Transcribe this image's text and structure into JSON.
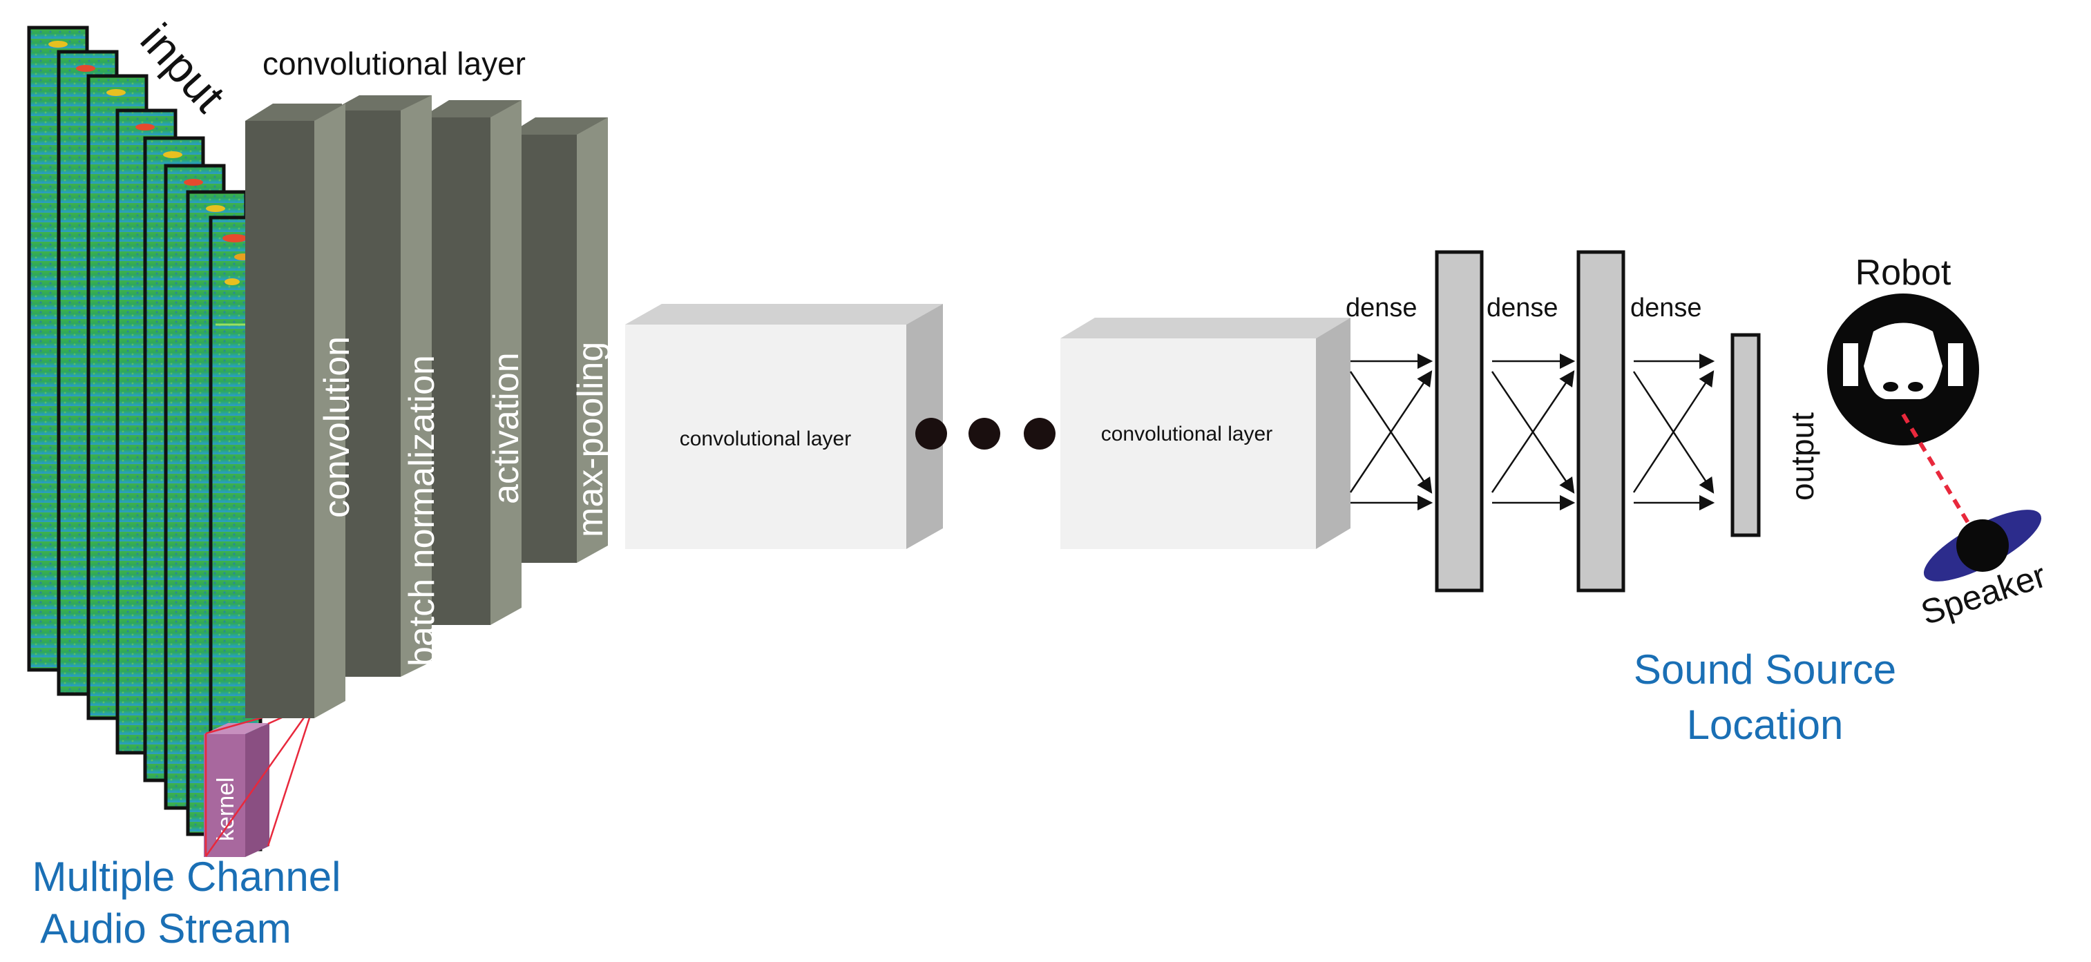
{
  "labels": {
    "input": "input",
    "conv_layer_top": "convolutional layer",
    "convolution": "convolution",
    "batch_normalization": "batch normalization",
    "activation": "activation",
    "max_pooling": "max-pooling",
    "conv_layer_2": "convolutional layer",
    "conv_layer_3": "convolutional layer",
    "dense_1": "dense",
    "dense_2": "dense",
    "dense_3": "dense",
    "output": "output",
    "robot": "Robot",
    "speaker": "Speaker",
    "kernel": "kernel",
    "audio_stream_line1": "Multiple Channel",
    "audio_stream_line2": "Audio Stream",
    "sound_source_line1": "Sound Source",
    "sound_source_line2": "Location"
  },
  "colors": {
    "slab_front": "#565950",
    "slab_side": "#8c9182",
    "slab_top": "#6e7266",
    "box_front": "#f1f1f1",
    "box_side": "#b5b5b5",
    "box_top": "#d2d2d2",
    "dense_fill": "#c8c8c8",
    "caption_blue": "#1a6fb5",
    "kernel_fill": "#a8689e",
    "speaker_disc": "#2c2c8c",
    "link_red": "#e8283c"
  },
  "spectrogram_channels": 8
}
